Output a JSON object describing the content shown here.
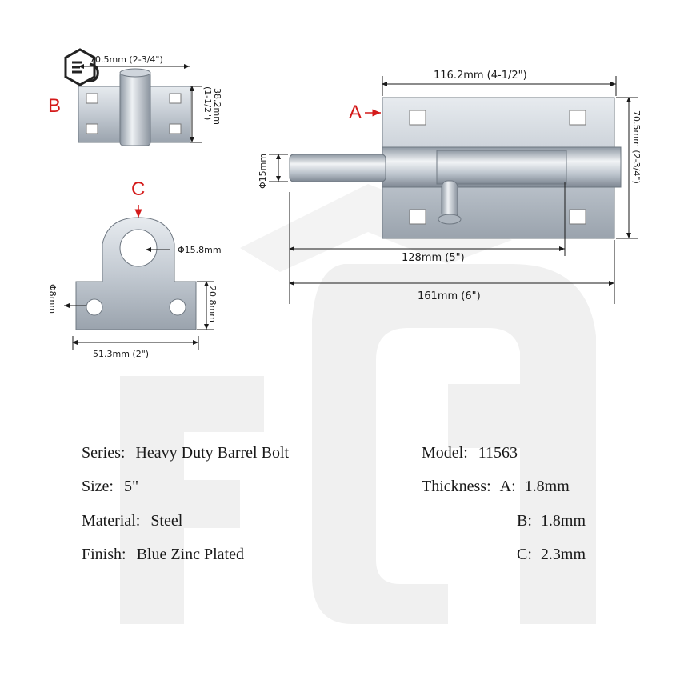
{
  "labels": {
    "part_a": "A",
    "part_b": "B",
    "part_c": "C"
  },
  "dimensions": {
    "a_width": "116.2mm (4-1/2\")",
    "a_height": "70.5mm (2-3/4\")",
    "a_bolt_dia": "Φ15mm",
    "a_bolt_travel": "128mm (5\")",
    "a_total": "161mm (6\")",
    "b_width": "70.5mm (2-3/4\")",
    "b_height_mm": "38.2mm",
    "b_height_in": "(1-1/2\")",
    "c_hole": "Φ15.8mm",
    "c_screw": "Φ8mm",
    "c_height": "20.8mm",
    "c_width": "51.3mm (2\")"
  },
  "specs": {
    "series": {
      "label": "Series:",
      "value": "Heavy Duty Barrel Bolt"
    },
    "size": {
      "label": "Size:",
      "value": "5\""
    },
    "material": {
      "label": "Material:",
      "value": "Steel"
    },
    "finish": {
      "label": "Finish:",
      "value": "Blue Zinc Plated"
    },
    "model": {
      "label": "Model:",
      "value": "11563"
    },
    "thickness": {
      "label": "Thickness:",
      "a_label": "A:",
      "a_value": "1.8mm",
      "b_label": "B:",
      "b_value": "1.8mm",
      "c_label": "C:",
      "c_value": "2.3mm"
    }
  },
  "colors": {
    "tag": "#d41a1a",
    "steel": "#c9d0d8",
    "watermark": "#eeeeee"
  }
}
